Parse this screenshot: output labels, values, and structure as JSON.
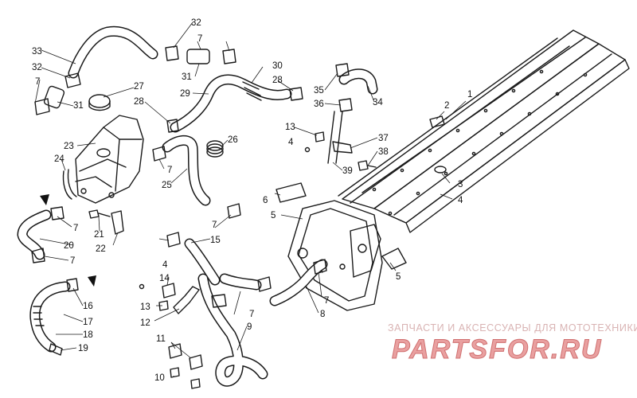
{
  "callouts": [
    {
      "n": "1"
    },
    {
      "n": "2"
    },
    {
      "n": "3"
    },
    {
      "n": "4"
    },
    {
      "n": "4"
    },
    {
      "n": "4"
    },
    {
      "n": "5"
    },
    {
      "n": "5"
    },
    {
      "n": "6"
    },
    {
      "n": "7"
    },
    {
      "n": "7"
    },
    {
      "n": "7"
    },
    {
      "n": "7"
    },
    {
      "n": "7"
    },
    {
      "n": "7"
    },
    {
      "n": "7"
    },
    {
      "n": "7"
    },
    {
      "n": "8"
    },
    {
      "n": "9"
    },
    {
      "n": "10"
    },
    {
      "n": "11"
    },
    {
      "n": "12"
    },
    {
      "n": "13"
    },
    {
      "n": "13"
    },
    {
      "n": "14"
    },
    {
      "n": "15"
    },
    {
      "n": "16"
    },
    {
      "n": "17"
    },
    {
      "n": "18"
    },
    {
      "n": "19"
    },
    {
      "n": "20"
    },
    {
      "n": "21"
    },
    {
      "n": "22"
    },
    {
      "n": "23"
    },
    {
      "n": "24"
    },
    {
      "n": "25"
    },
    {
      "n": "26"
    },
    {
      "n": "27"
    },
    {
      "n": "28"
    },
    {
      "n": "28"
    },
    {
      "n": "29"
    },
    {
      "n": "30"
    },
    {
      "n": "31"
    },
    {
      "n": "31"
    },
    {
      "n": "32"
    },
    {
      "n": "32"
    },
    {
      "n": "33"
    },
    {
      "n": "34"
    },
    {
      "n": "35"
    },
    {
      "n": "36"
    },
    {
      "n": "37"
    },
    {
      "n": "38"
    },
    {
      "n": "39"
    }
  ],
  "watermark": {
    "tagline": "ЗАПЧАСТИ И АКСЕССУАРЫ ДЛЯ МОТОТЕХНИКИ",
    "logo": "PARTSFOR.RU"
  },
  "colors": {
    "line": "#1a1a1a",
    "watermark": "#e9a0a0"
  }
}
